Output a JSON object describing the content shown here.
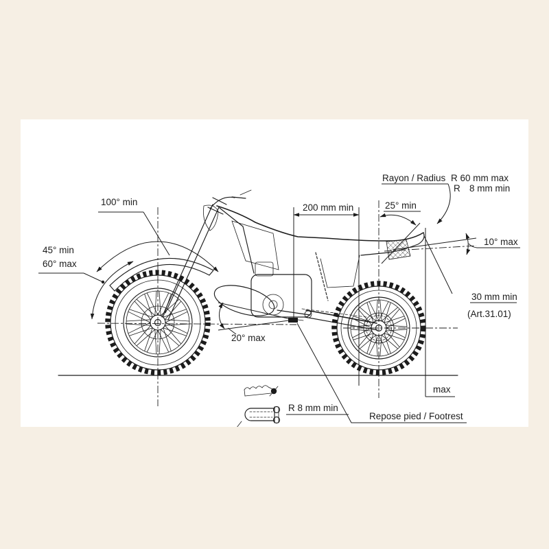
{
  "colors": {
    "bg": "#f6efe4",
    "panel": "#ffffff",
    "ink": "#1c1c1c"
  },
  "labels": {
    "radius_title": "Rayon / Radius",
    "radius_max": "R 60 mm max",
    "radius_min_prefix": "R",
    "radius_min": "8 mm min",
    "angle_100": "100° min",
    "dim_200": "200 mm min",
    "angle_25": "25° min",
    "angle_45": "45° min",
    "angle_60": "60° max",
    "angle_10": "10° max",
    "seat_height": "30 mm min",
    "seat_article": "(Art.31.01)",
    "angle_20": "20° max",
    "footrest_radius": "R 8 mm min",
    "footrest": "Repose pied / Footrest",
    "rear_overhang": "max"
  }
}
